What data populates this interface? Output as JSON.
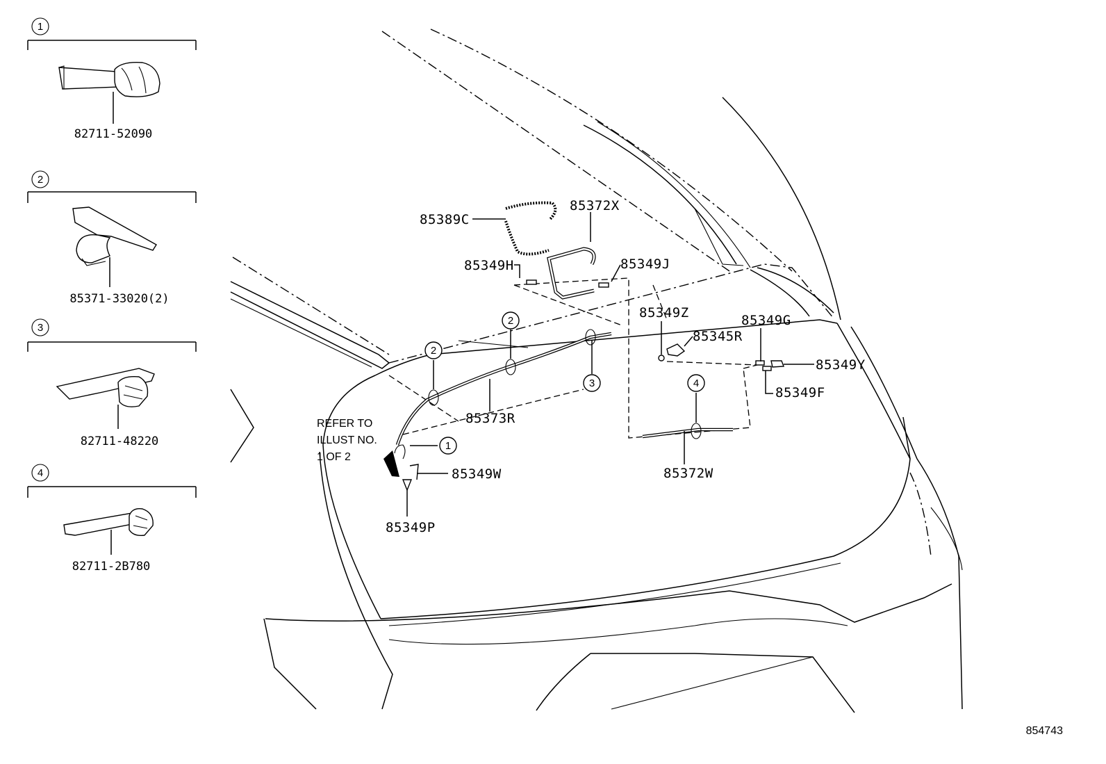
{
  "legend": [
    {
      "num": "1",
      "part": "82711-52090"
    },
    {
      "num": "2",
      "part": "85371-33020(2)"
    },
    {
      "num": "3",
      "part": "82711-48220"
    },
    {
      "num": "4",
      "part": "82711-2B780"
    }
  ],
  "callouts": {
    "p85389C": "85389C",
    "p85372X": "85372X",
    "p85349H": "85349H",
    "p85349J": "85349J",
    "p85349Z": "85349Z",
    "p85345R": "85345R",
    "p85349G": "85349G",
    "p85349Y": "85349Y",
    "p85349F": "85349F",
    "p85373R": "85373R",
    "p85349W": "85349W",
    "p85349P": "85349P",
    "p85372W": "85372W"
  },
  "clip_markers": {
    "c1": "1",
    "c2a": "2",
    "c2b": "2",
    "c3": "3",
    "c4": "4"
  },
  "refer_note": [
    "REFER TO",
    "ILLUST NO.",
    "1 OF 2"
  ],
  "illustration_id": "854743"
}
